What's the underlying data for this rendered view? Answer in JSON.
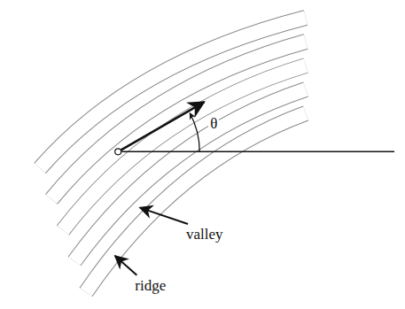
{
  "diagram": {
    "labels": [
      "θ",
      "valley",
      "ridge"
    ]
  }
}
